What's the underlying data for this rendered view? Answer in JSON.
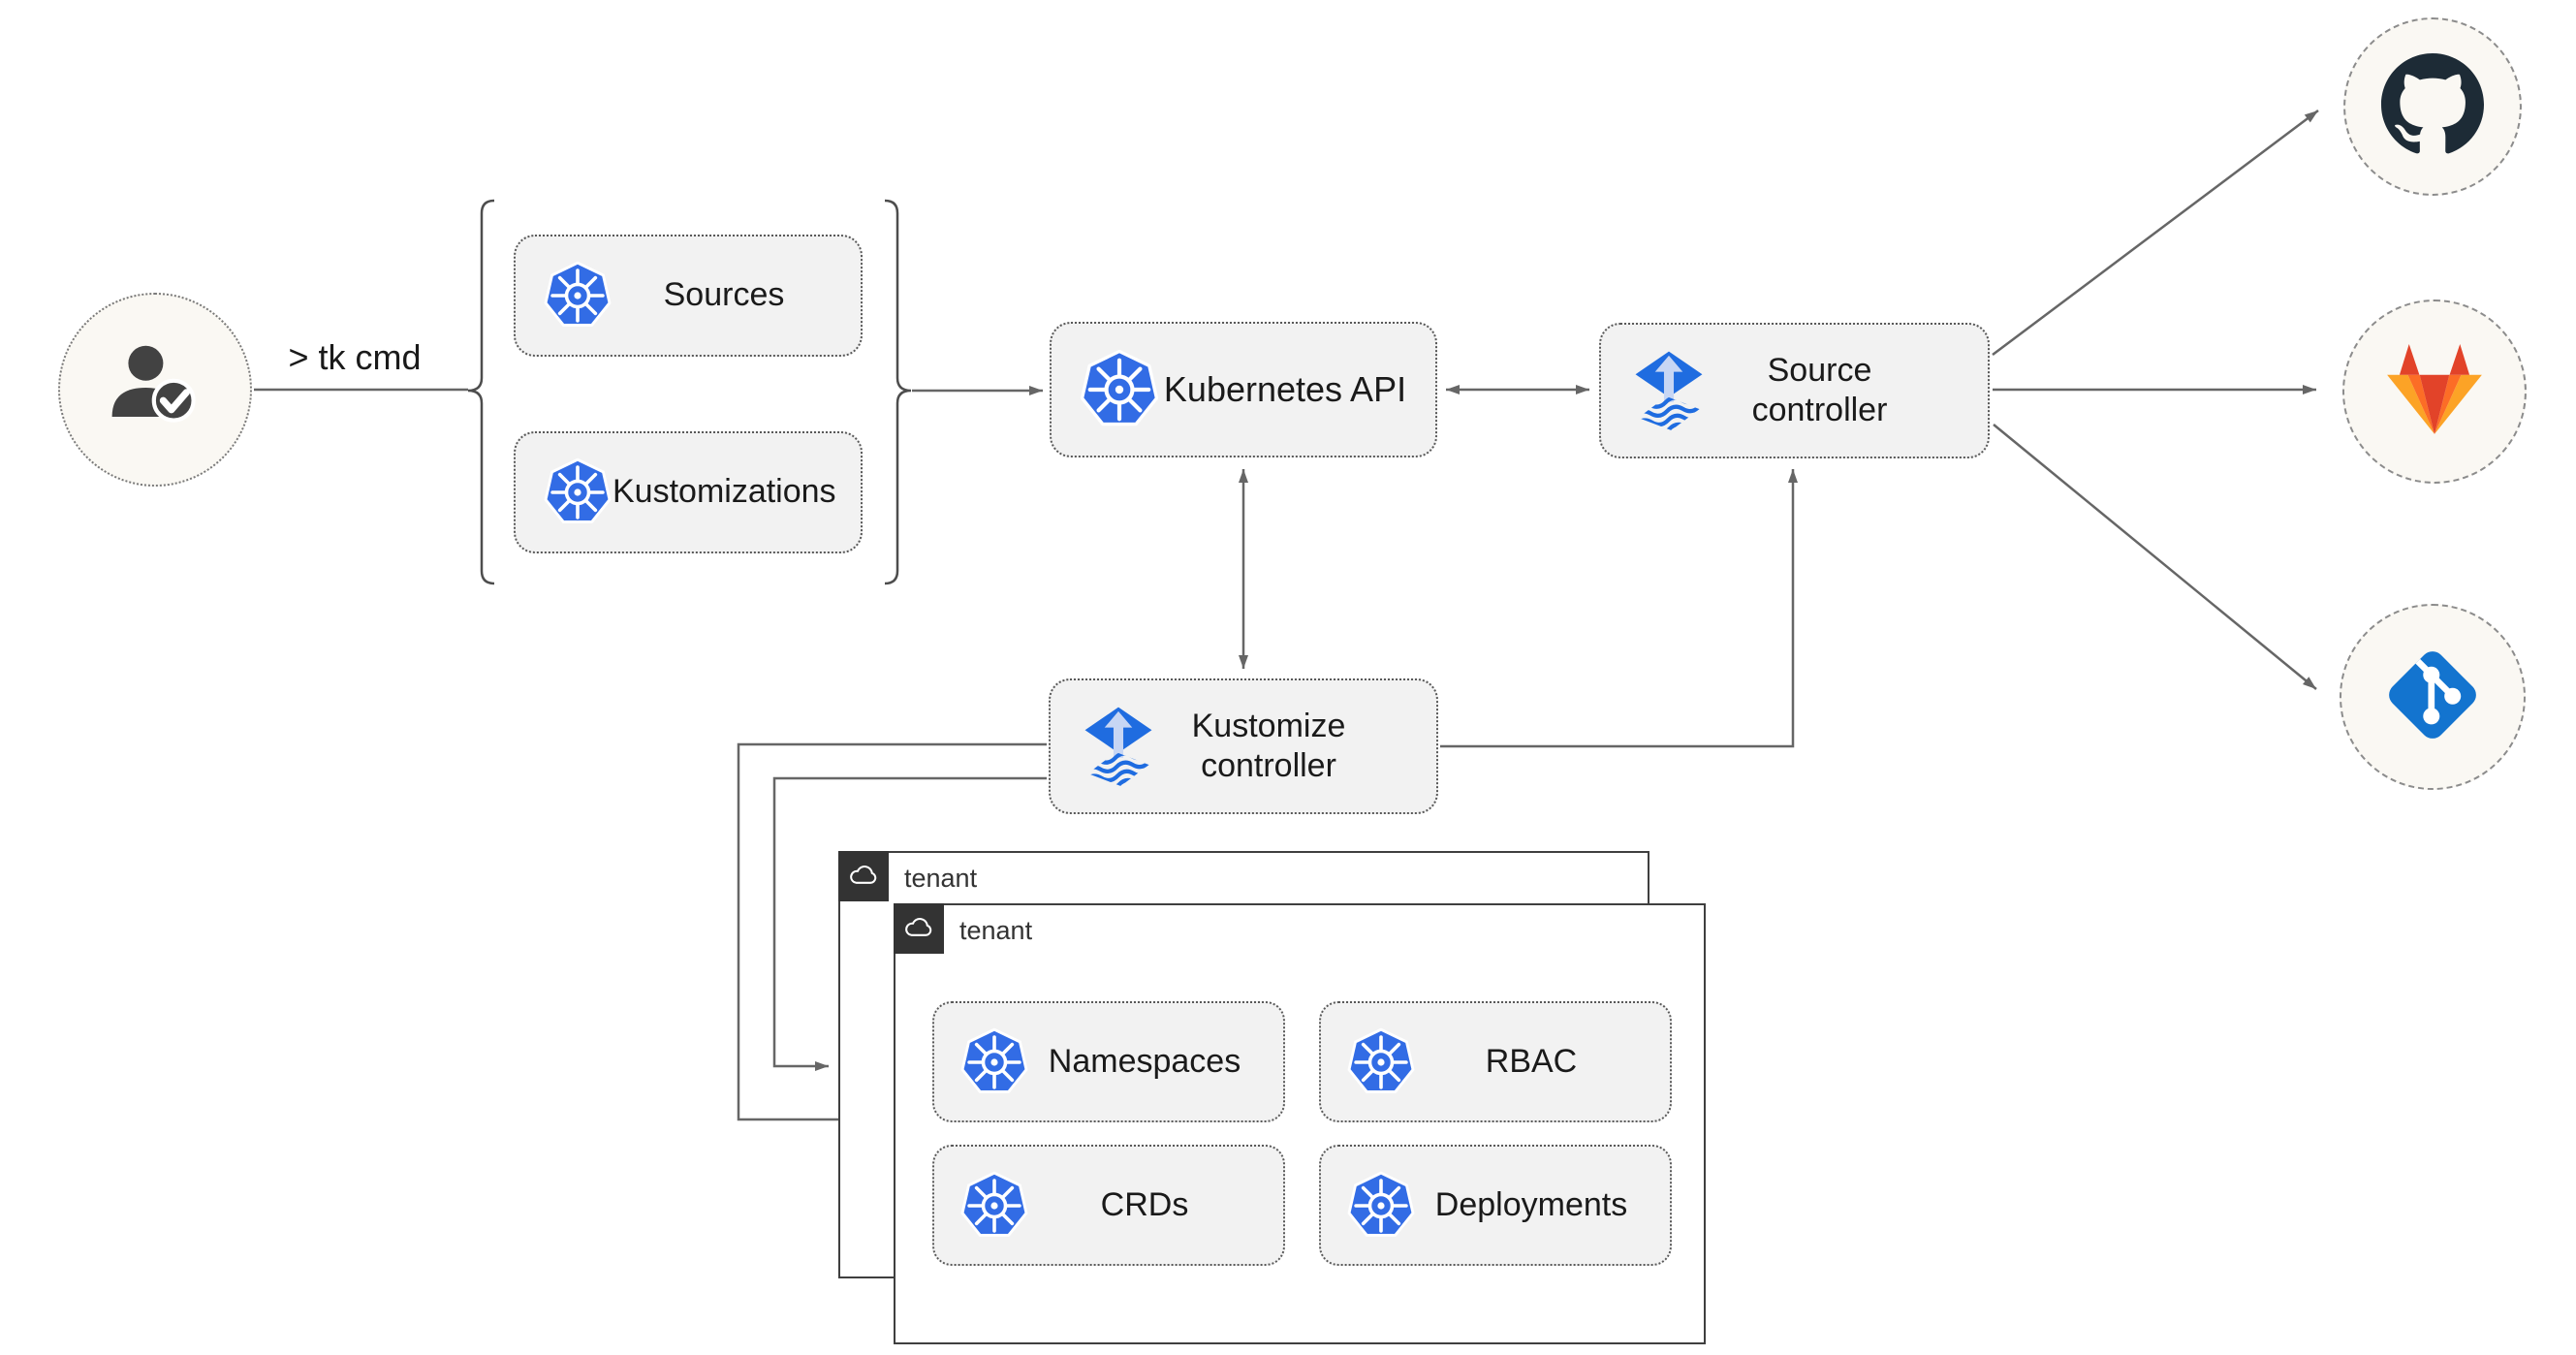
{
  "diagram": {
    "user": {
      "icon": "user-check-icon",
      "command_label": "> tk cmd"
    },
    "crd_group": {
      "items": [
        {
          "label": "Sources",
          "icon": "kubernetes-icon"
        },
        {
          "label": "Kustomizations",
          "icon": "kubernetes-icon"
        }
      ]
    },
    "kubernetes_api": {
      "label": "Kubernetes API",
      "icon": "kubernetes-icon"
    },
    "source_controller": {
      "label": "Source controller",
      "icon": "flux-icon"
    },
    "kustomize_controller": {
      "label": "Kustomize controller",
      "icon": "flux-icon"
    },
    "tenants": [
      {
        "label": "tenant",
        "icon": "cloud-icon"
      },
      {
        "label": "tenant",
        "icon": "cloud-icon"
      }
    ],
    "tenant_resources": [
      {
        "label": "Namespaces",
        "icon": "kubernetes-icon"
      },
      {
        "label": "RBAC",
        "icon": "kubernetes-icon"
      },
      {
        "label": "CRDs",
        "icon": "kubernetes-icon"
      },
      {
        "label": "Deployments",
        "icon": "kubernetes-icon"
      }
    ],
    "git_providers": [
      {
        "name": "GitHub",
        "icon": "github-icon"
      },
      {
        "name": "GitLab",
        "icon": "gitlab-icon"
      },
      {
        "name": "Git",
        "icon": "git-icon"
      }
    ],
    "colors": {
      "kubernetes_blue": "#326CE5",
      "flux_blue": "#1f6ce0",
      "flux_arrow_light": "#c7d6f4",
      "box_fill": "#f2f2f2",
      "line_gray": "#666666",
      "tab_dark": "#333333",
      "github_dark": "#1d2b36",
      "gitlab_red": "#e24329",
      "gitlab_orange": "#fc6d26",
      "gitlab_light_orange": "#fca326",
      "git_blue": "#1374cf"
    }
  }
}
